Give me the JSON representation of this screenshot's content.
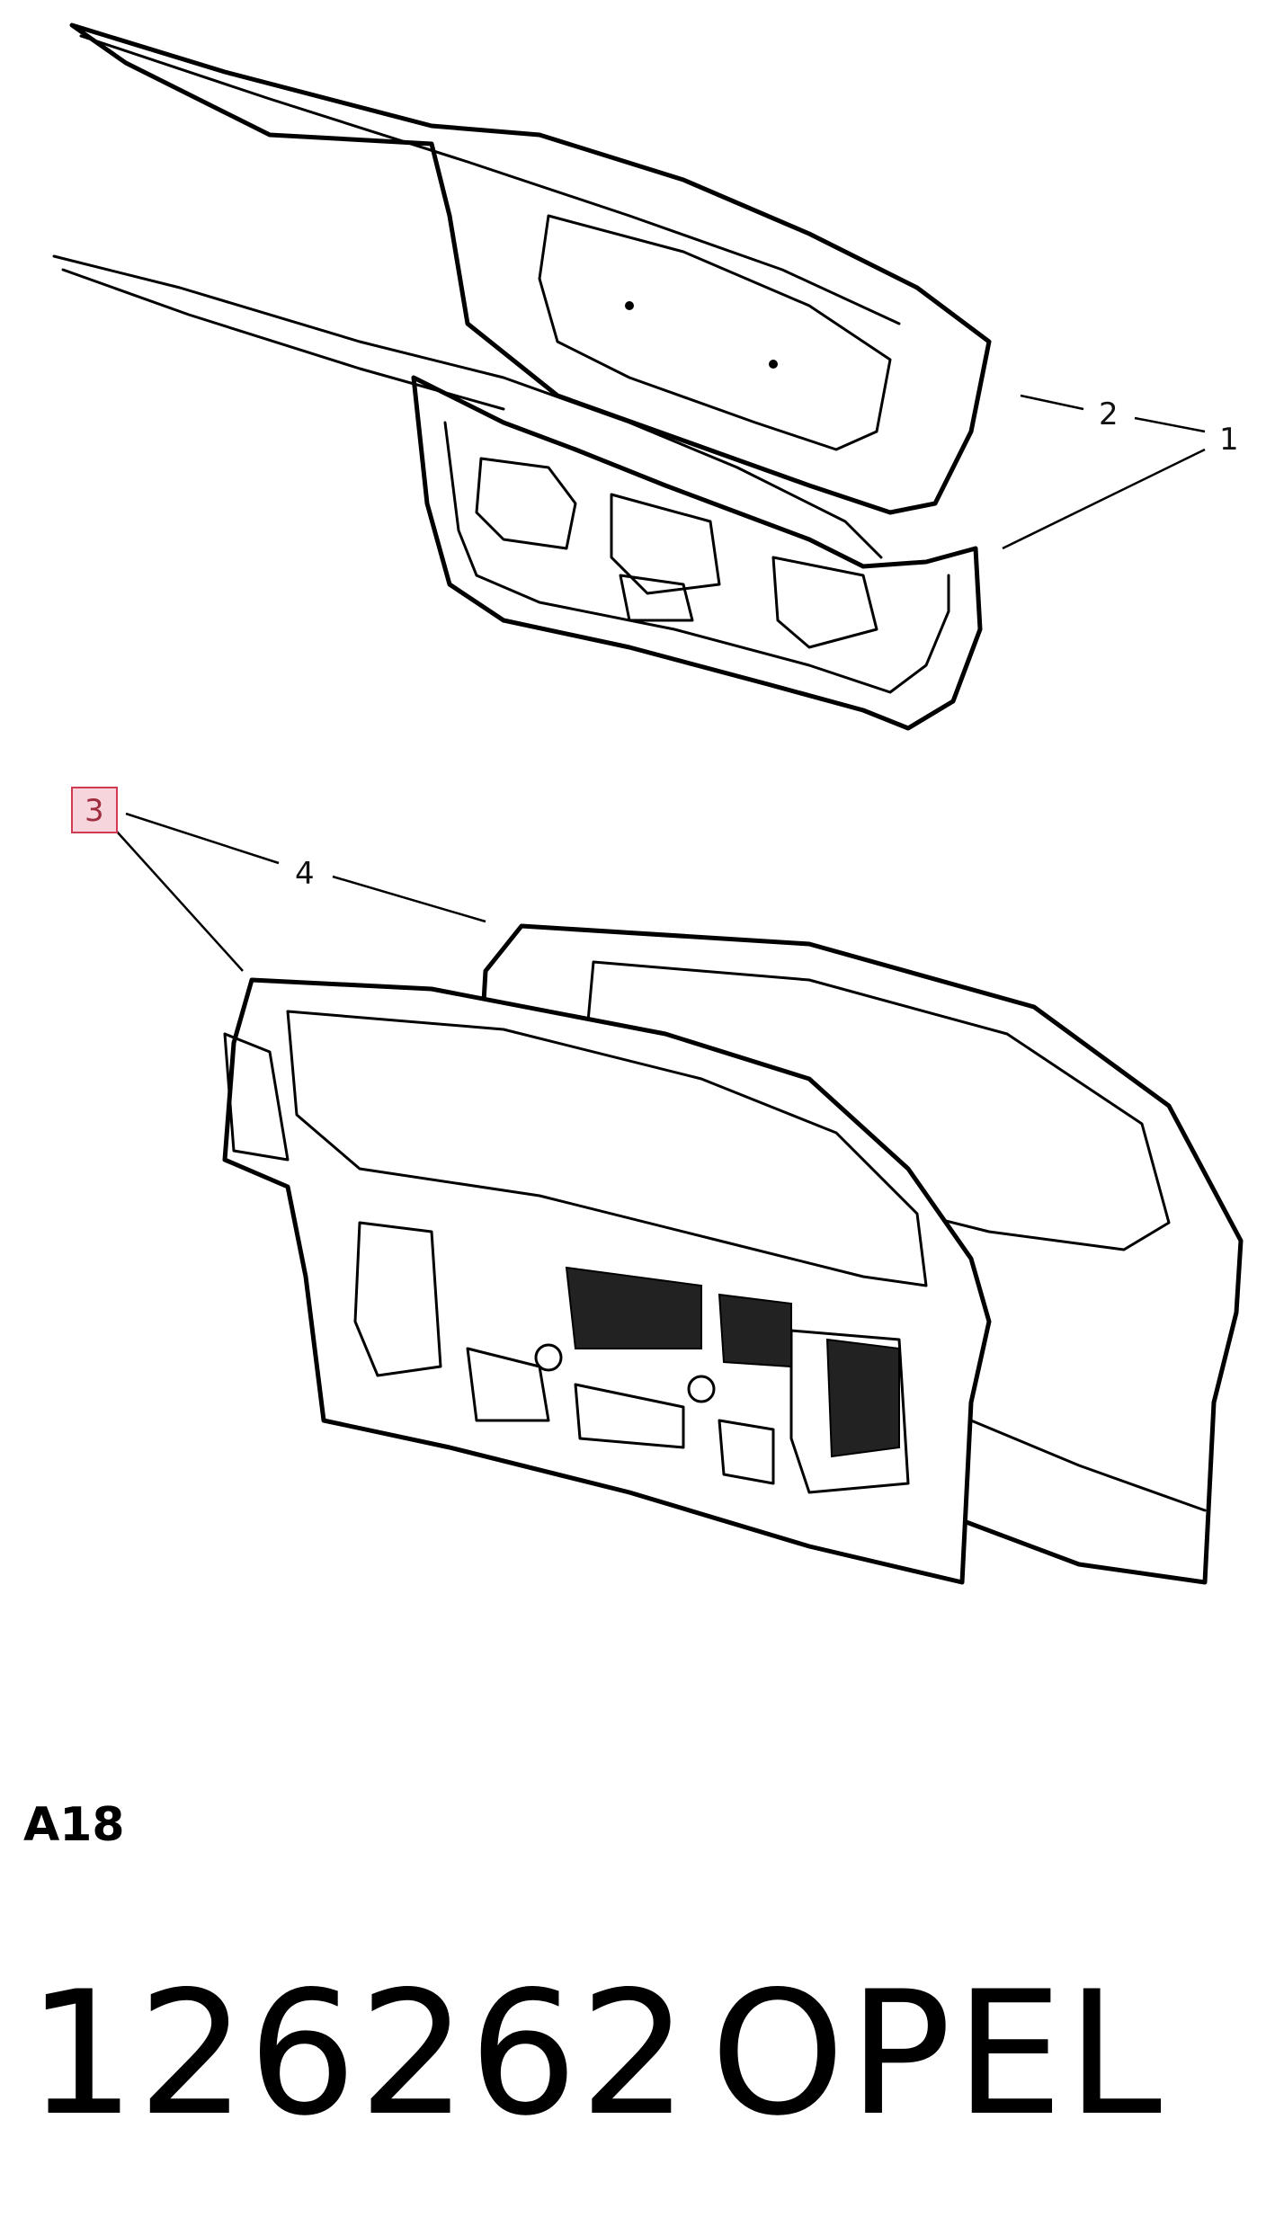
{
  "callouts": {
    "c1": "1",
    "c2": "2",
    "c3": "3",
    "c4": "4"
  },
  "highlight_color": "#d23a52",
  "figure_code": "A18",
  "part_number": "126262",
  "brand": "OPEL"
}
